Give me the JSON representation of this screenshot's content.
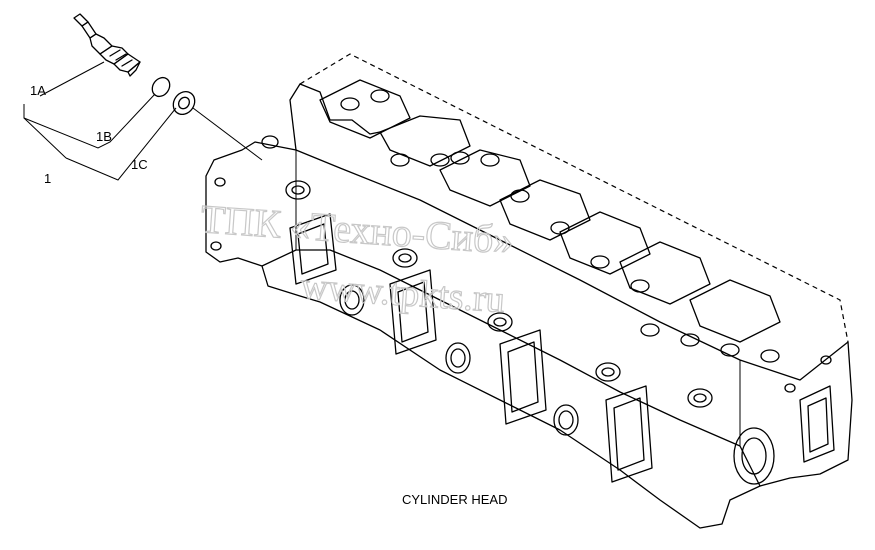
{
  "labels": {
    "assembly": "1",
    "part_a": "1A",
    "part_b": "1B",
    "part_c": "1C"
  },
  "caption": "CYLINDER HEAD",
  "watermark": {
    "line1": "ТПК «Техно-Сиб»",
    "line2": "www.tpkts.ru"
  }
}
